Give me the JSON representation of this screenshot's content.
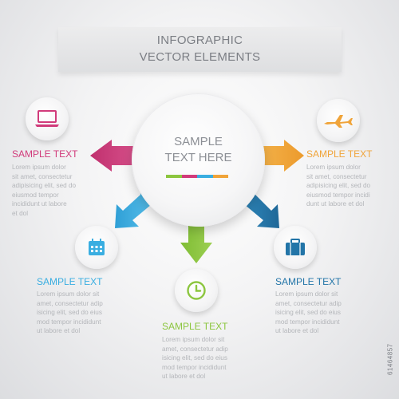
{
  "banner": {
    "line1": "INFOGRAPHIC",
    "line2": "VECTOR ELEMENTS"
  },
  "center": {
    "line1": "SAMPLE",
    "line2": "TEXT HERE"
  },
  "colors": {
    "magenta": "#d13b7b",
    "orange": "#f0a43a",
    "light_blue": "#3aaee1",
    "green": "#8cc63f",
    "dark_blue": "#2375a8"
  },
  "items": {
    "laptop": {
      "heading": "SAMPLE TEXT",
      "body": "Lorem ipsum dolor\nsit amet, consectetur\nadipisicing elit, sed do\neiusmod tempor\nincididunt ut labore\net dol",
      "icon": "laptop-icon"
    },
    "airplane": {
      "heading": "SAMPLE TEXT",
      "body": "Lorem ipsum dolor\nsit amet, consectetur\nadipisicing elit, sed do\neiusmod tempor incidi\ndunt ut labore et dol",
      "icon": "airplane-icon"
    },
    "calendar": {
      "heading": "SAMPLE TEXT",
      "body": "Lorem ipsum dolor sit\namet, consectetur adip\nisicing elit, sed do eius\nmod tempor incididunt\nut labore et dol",
      "icon": "calendar-icon"
    },
    "clock": {
      "heading": "SAMPLE TEXT",
      "body": "Lorem ipsum dolor sit\namet, consectetur adip\nisicing elit, sed do eius\nmod tempor incididunt\nut labore et dol",
      "icon": "clock-icon"
    },
    "briefcase": {
      "heading": "SAMPLE TEXT",
      "body": "Lorem ipsum dolor sit\namet, consectetur adip\nisicing elit, sed do eius\nmod tempor incididunt\nut labore et dol",
      "icon": "briefcase-icon"
    }
  },
  "watermark": "61464857"
}
